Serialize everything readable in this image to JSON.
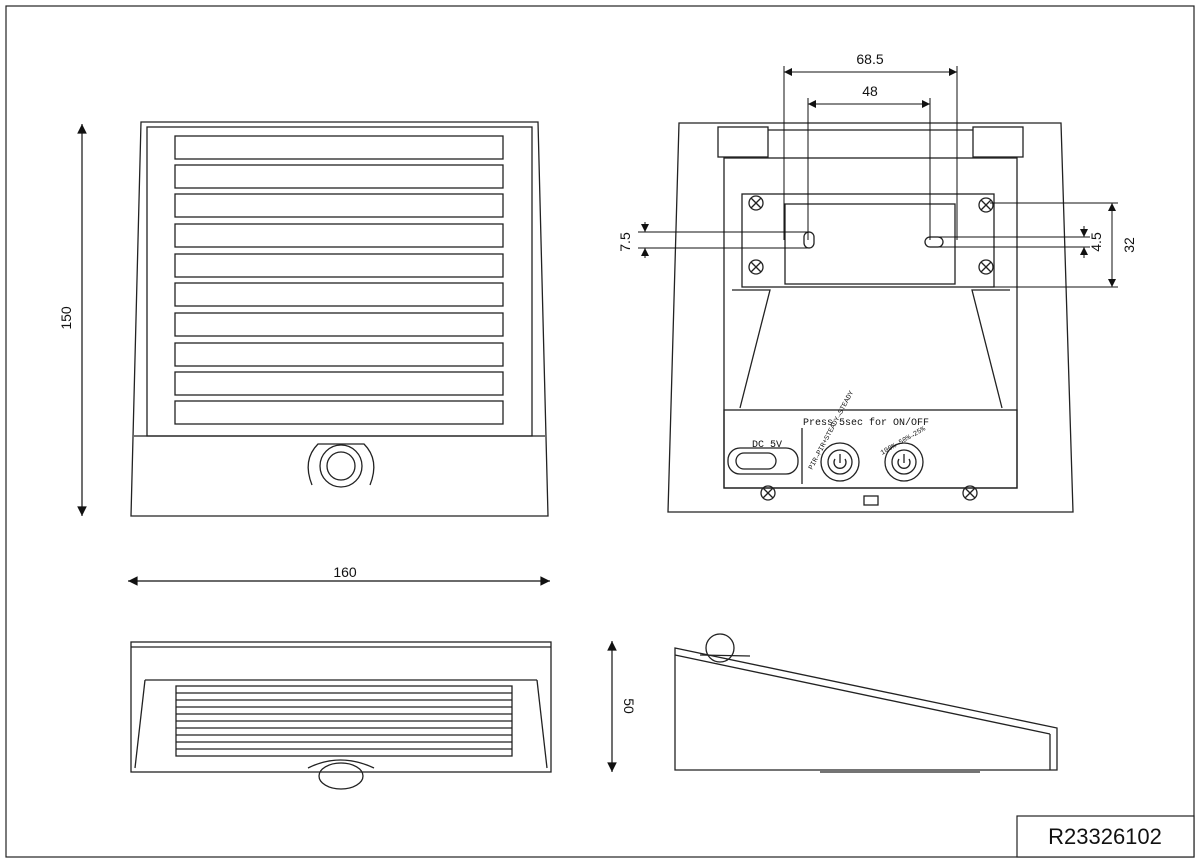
{
  "drawing": {
    "reference_code": "R23326102"
  },
  "dimensions": {
    "height": "150",
    "width": "160",
    "depth": "50",
    "mount_outer": "68.5",
    "mount_inner": "48",
    "slot_left": "7.5",
    "slot_right": "4.5",
    "mount_height": "32"
  },
  "labels": {
    "power_input": "DC 5V",
    "switch_note": "Press 5sec for ON/OFF",
    "mode_switch": "PIR→PIR+STEADY→STEADY",
    "brightness_switch": "100%→50%→25%"
  }
}
